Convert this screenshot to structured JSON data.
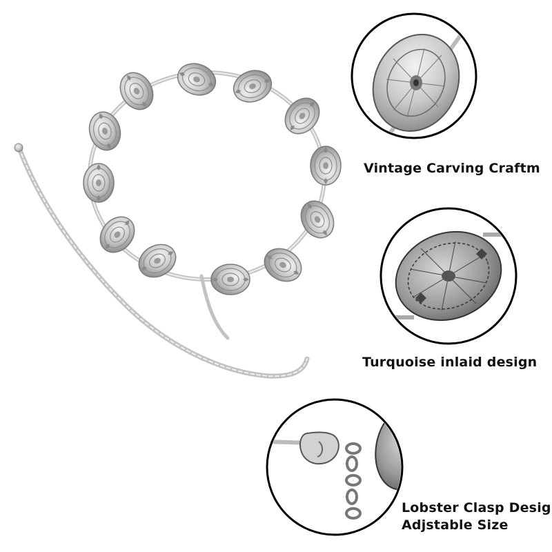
{
  "product": {
    "colors": {
      "metal_light": "#e4e4e4",
      "metal_mid": "#b9b9b9",
      "metal_dark": "#6e6e6e",
      "outline": "#222222"
    }
  },
  "details": [
    {
      "icon": "medallion-closeup-icon",
      "caption": "Vintage Carving Craftm"
    },
    {
      "icon": "medallion-closeup-icon",
      "caption": "Turquoise inlaid design"
    },
    {
      "icon": "lobster-clasp-icon",
      "caption_line1": "Lobster Clasp Design",
      "caption_line2": "Adjstable Size"
    }
  ]
}
